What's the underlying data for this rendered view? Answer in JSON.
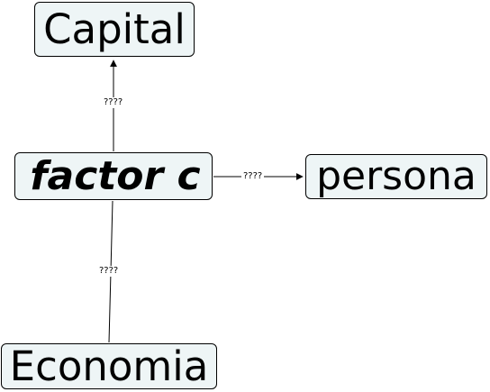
{
  "diagram": {
    "nodes": {
      "capital": "Capital",
      "factor": "factor c",
      "persona": "persona",
      "economia": "Economia"
    },
    "edges": {
      "factor_to_capital": "????",
      "factor_to_persona": "????",
      "factor_to_economia": "????"
    }
  },
  "colors": {
    "node_fill": "#eef5f6",
    "node_border": "#000000",
    "line": "#000000"
  }
}
